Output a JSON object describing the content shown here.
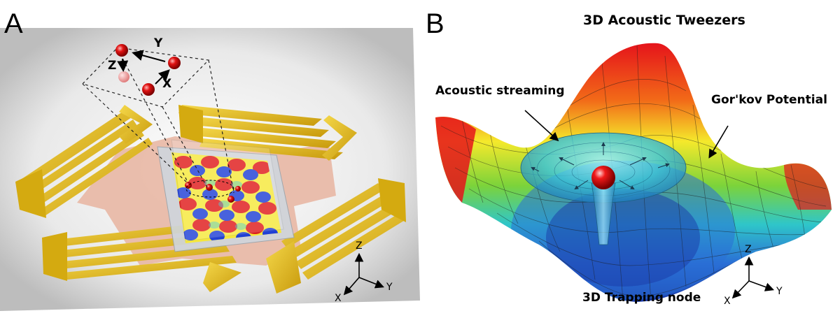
{
  "panel_a": {
    "label": "A",
    "inset_axes": {
      "y": "Y",
      "z": "Z",
      "x": "X"
    },
    "axes": {
      "z": "Z",
      "y": "Y",
      "x": "X"
    }
  },
  "panel_b": {
    "label": "B",
    "title": "3D Acoustic Tweezers",
    "streaming": "Acoustic streaming",
    "gorkov": "Gor'kov Potential",
    "node": "3D Trapping node",
    "axes": {
      "z": "Z",
      "y": "Y",
      "x": "X"
    }
  },
  "colors": {
    "electrode_gold": "#e6bf1a",
    "sphere_red": "#d40d0d",
    "substrate": "#e8b7a4"
  }
}
